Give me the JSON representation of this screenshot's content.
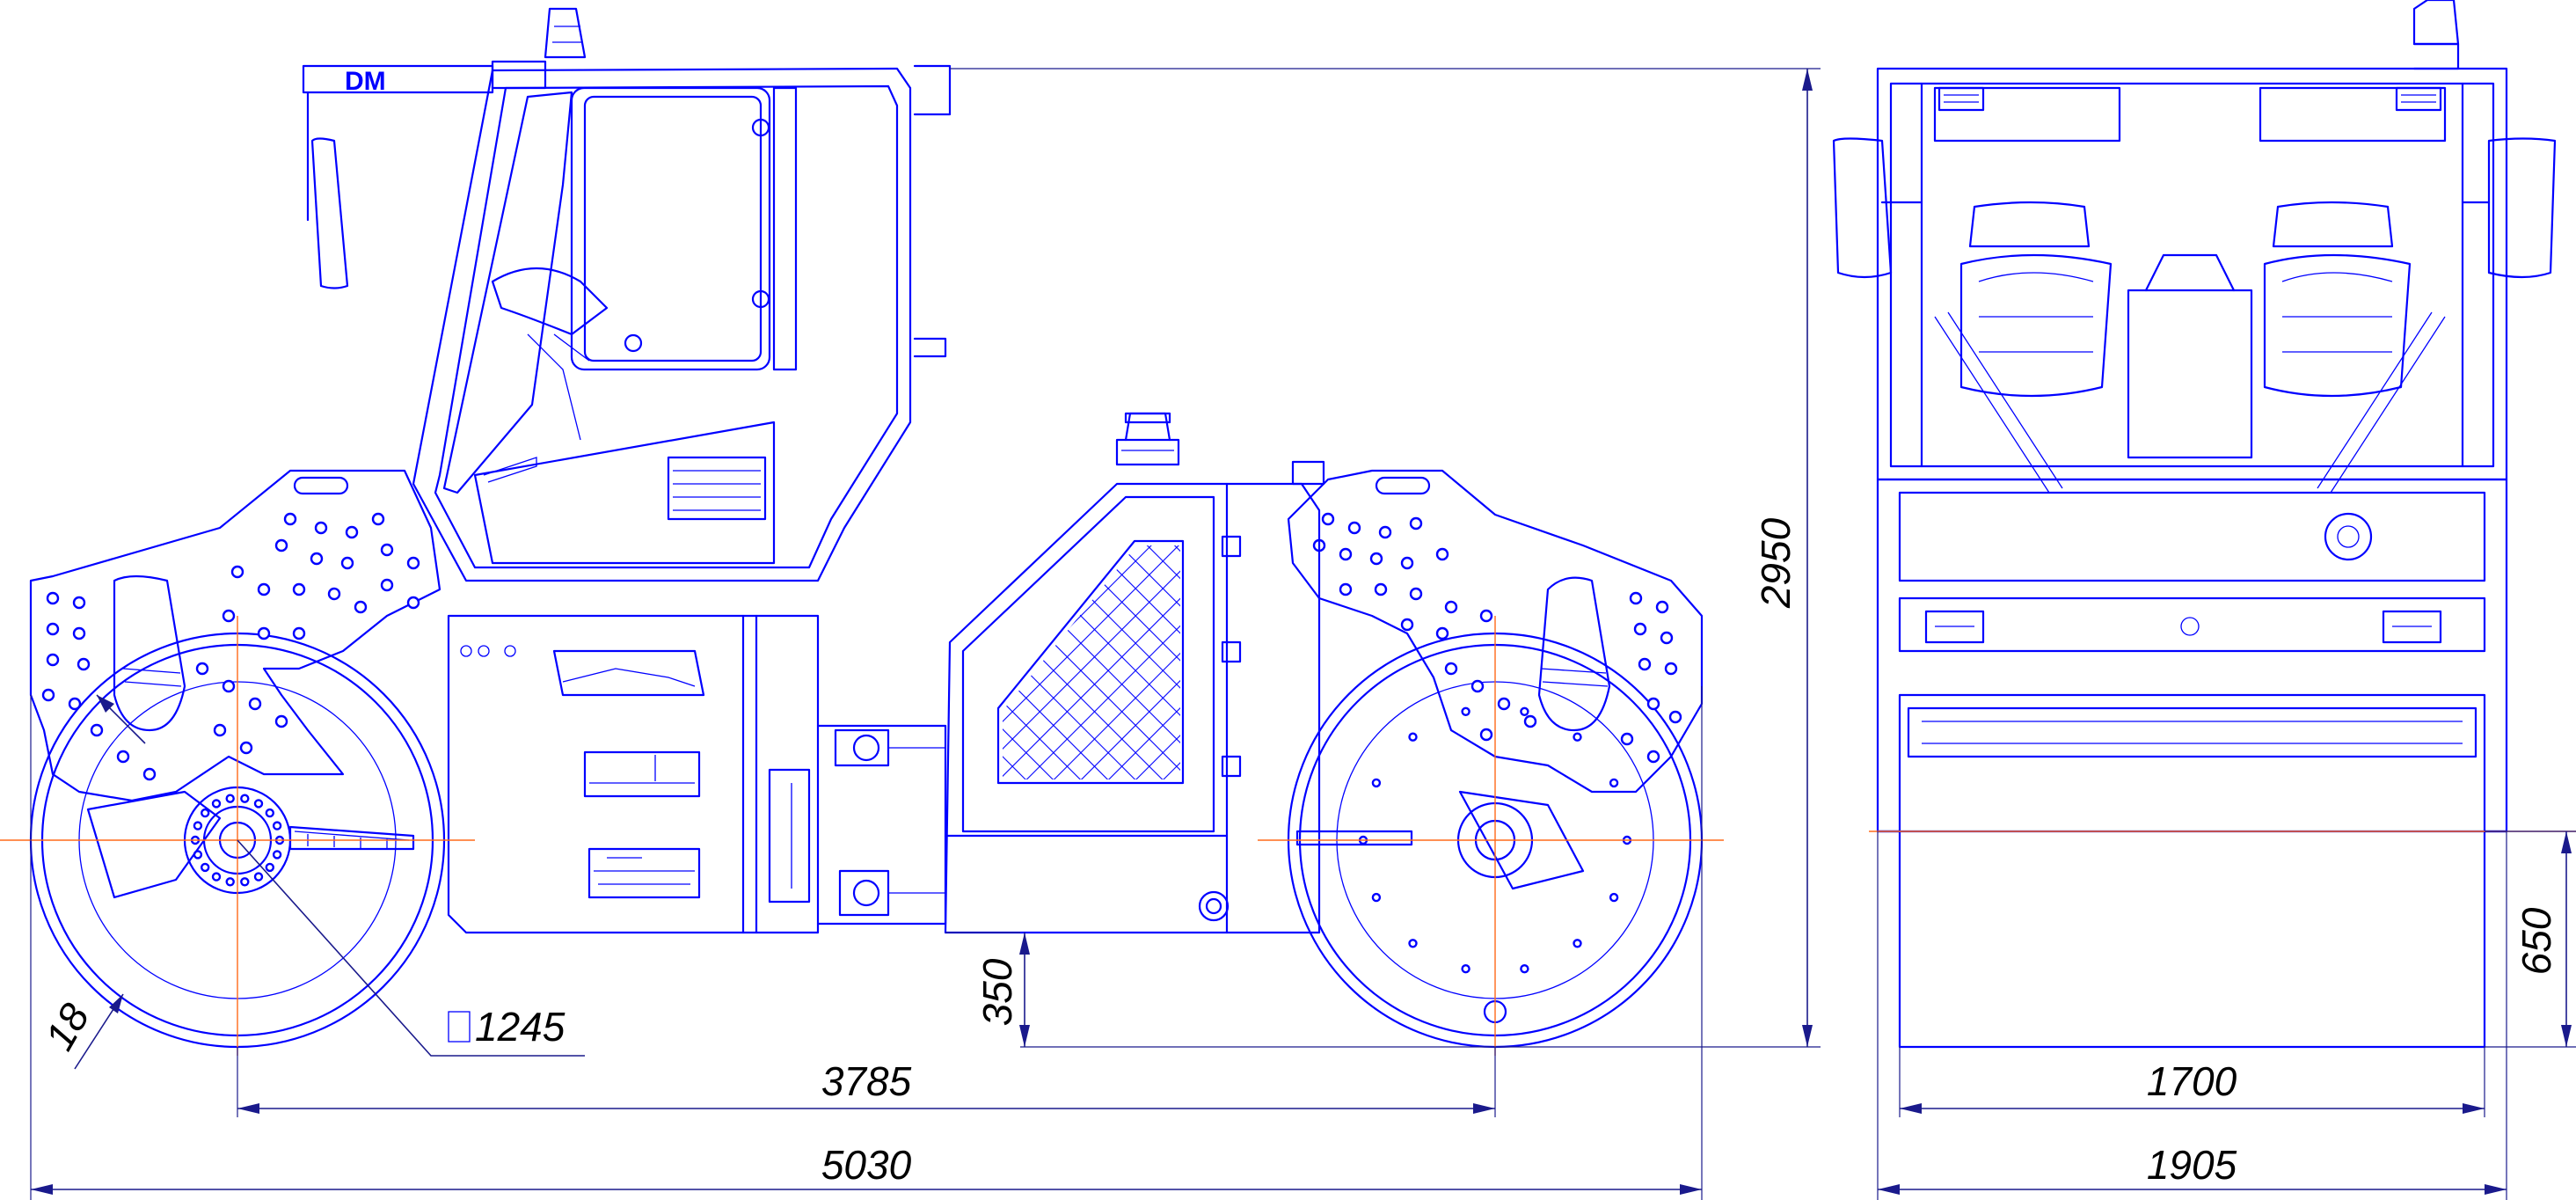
{
  "brand_logo": "DM",
  "dimensions": {
    "side_total_length": "5030",
    "side_wheelbase": "3785",
    "side_height": "2950",
    "side_ground_clearance": "350",
    "side_drum_diameter": "1245",
    "side_drum_shell": "18",
    "front_total_width": "1905",
    "front_drum_width": "1700",
    "front_drum_height": "650"
  },
  "colors": {
    "line": "#0000ff",
    "dimension": "#1a1a8c",
    "centerline": "#ff6a1a"
  }
}
